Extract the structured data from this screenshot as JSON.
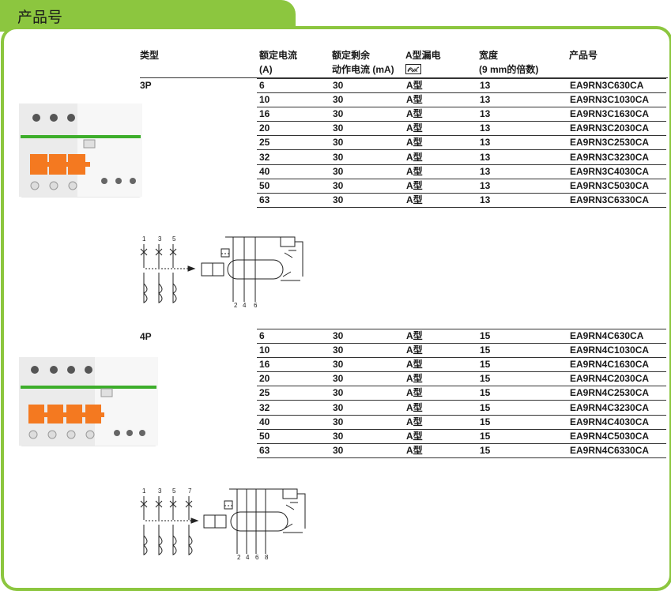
{
  "title": "产品号",
  "headers": {
    "type": "类型",
    "rated_current": [
      "额定电流",
      "(A)"
    ],
    "residual": [
      "额定剩余",
      "动作电流 (mA)"
    ],
    "a_type": "A型漏电",
    "width": [
      "宽度",
      "(9 mm的倍数)"
    ],
    "product": "产品号"
  },
  "sections": [
    {
      "label": "3P",
      "rows": [
        [
          "6",
          "30",
          "A型",
          "13",
          "EA9RN3C630CA"
        ],
        [
          "10",
          "30",
          "A型",
          "13",
          "EA9RN3C1030CA"
        ],
        [
          "16",
          "30",
          "A型",
          "13",
          "EA9RN3C1630CA"
        ],
        [
          "20",
          "30",
          "A型",
          "13",
          "EA9RN3C2030CA"
        ],
        [
          "25",
          "30",
          "A型",
          "13",
          "EA9RN3C2530CA"
        ],
        [
          "32",
          "30",
          "A型",
          "13",
          "EA9RN3C3230CA"
        ],
        [
          "40",
          "30",
          "A型",
          "13",
          "EA9RN3C4030CA"
        ],
        [
          "50",
          "30",
          "A型",
          "13",
          "EA9RN3C5030CA"
        ],
        [
          "63",
          "30",
          "A型",
          "13",
          "EA9RN3C6330CA"
        ]
      ],
      "diagram": {
        "top": [
          "1",
          "3",
          "5"
        ],
        "bottom": [
          "2",
          "4",
          "6"
        ]
      }
    },
    {
      "label": "4P",
      "rows": [
        [
          "6",
          "30",
          "A型",
          "15",
          "EA9RN4C630CA"
        ],
        [
          "10",
          "30",
          "A型",
          "15",
          "EA9RN4C1030CA"
        ],
        [
          "16",
          "30",
          "A型",
          "15",
          "EA9RN4C1630CA"
        ],
        [
          "20",
          "30",
          "A型",
          "15",
          "EA9RN4C2030CA"
        ],
        [
          "25",
          "30",
          "A型",
          "15",
          "EA9RN4C2530CA"
        ],
        [
          "32",
          "30",
          "A型",
          "15",
          "EA9RN4C3230CA"
        ],
        [
          "40",
          "30",
          "A型",
          "15",
          "EA9RN4C4030CA"
        ],
        [
          "50",
          "30",
          "A型",
          "15",
          "EA9RN4C5030CA"
        ],
        [
          "63",
          "30",
          "A型",
          "15",
          "EA9RN4C6330CA"
        ]
      ],
      "diagram": {
        "top": [
          "1",
          "3",
          "5",
          "7"
        ],
        "bottom": [
          "2",
          "4",
          "6",
          "8"
        ]
      }
    }
  ],
  "colors": {
    "accent": "#8cc63f",
    "handle": "#f47920",
    "brand_green": "#3dae2b"
  }
}
